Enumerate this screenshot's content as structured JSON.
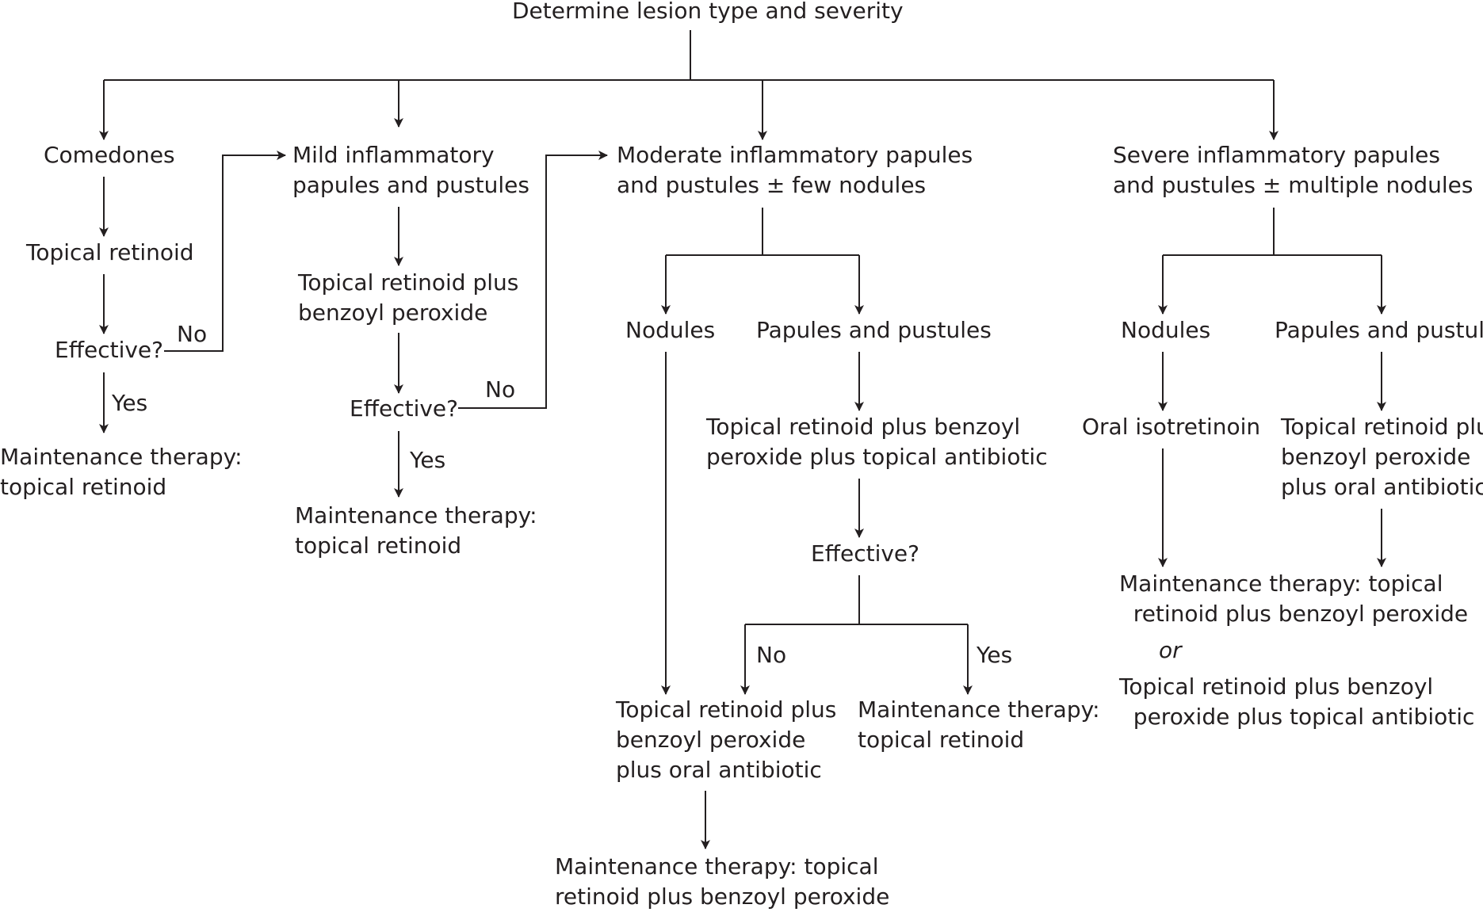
{
  "root": "Determine lesion type and severity",
  "branches": {
    "comedones": {
      "title": "Comedones",
      "treatment": "Topical retinoid",
      "question": "Effective?",
      "no_label": "No",
      "yes_label": "Yes",
      "maintenance": "Maintenance therapy:\ntopical retinoid"
    },
    "mild": {
      "title": "Mild inflammatory\npapules and pustules",
      "treatment": "Topical retinoid plus\nbenzoyl peroxide",
      "question": "Effective?",
      "no_label": "No",
      "yes_label": "Yes",
      "maintenance": "Maintenance therapy:\ntopical retinoid"
    },
    "moderate": {
      "title": "Moderate inflammatory papules\nand pustules ± few nodules",
      "nodules": "Nodules",
      "papules": "Papules and pustules",
      "papules_treatment": "Topical retinoid plus benzoyl\nperoxide plus topical antibiotic",
      "question": "Effective?",
      "no_label": "No",
      "yes_label": "Yes",
      "yes_maintenance": "Maintenance therapy:\ntopical retinoid",
      "oral_treatment": "Topical retinoid plus\nbenzoyl peroxide\nplus oral antibiotic",
      "final_maintenance": "Maintenance therapy: topical\nretinoid plus benzoyl peroxide"
    },
    "severe": {
      "title": "Severe inflammatory papules\nand pustules ± multiple nodules",
      "nodules": "Nodules",
      "papules": "Papules and pustules",
      "nodules_treatment": "Oral isotretinoin",
      "papules_treatment": "Topical retinoid plus\nbenzoyl peroxide\nplus oral antibiotic",
      "maintenance_a": "Maintenance therapy: topical\n  retinoid plus benzoyl peroxide",
      "or_label": "or",
      "maintenance_b": "Topical retinoid plus benzoyl\n  peroxide plus topical antibiotic"
    }
  }
}
